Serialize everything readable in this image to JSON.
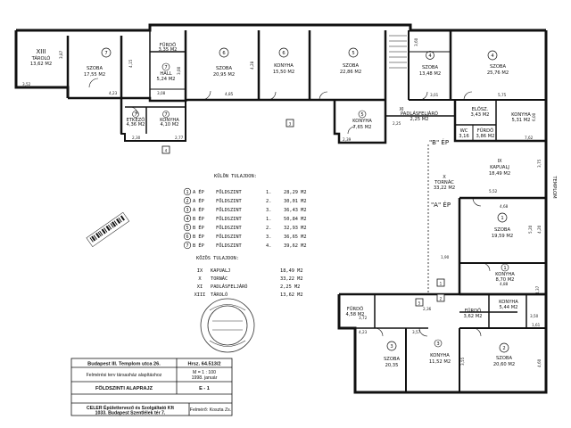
{
  "plan": {
    "street_label": "TEMPLOM",
    "rooms": [
      {
        "id": "r1",
        "num": "XIII",
        "name": "TÁROLÓ",
        "area": "13,62 M2"
      },
      {
        "id": "r2",
        "num": "7",
        "name": "SZOBA",
        "area": "17,55 M2"
      },
      {
        "id": "r3",
        "num": "7",
        "name": "FÜRDŐ",
        "area": "3,35 M2"
      },
      {
        "id": "r4",
        "num": "7",
        "name": "HALL",
        "area": "5,24 M2"
      },
      {
        "id": "r5",
        "num": "7",
        "name": "ETKEZŐ",
        "area": "4,36 M2"
      },
      {
        "id": "r6",
        "num": "7",
        "name": "KONYHA",
        "area": "4,10 M2"
      },
      {
        "id": "r7",
        "num": "6",
        "name": "SZOBA",
        "area": "20,95 M2"
      },
      {
        "id": "r8",
        "num": "6",
        "name": "KONYHA",
        "area": "15,50 M2"
      },
      {
        "id": "r9",
        "num": "5",
        "name": "SZOBA",
        "area": "22,86 M2"
      },
      {
        "id": "r10",
        "num": "5",
        "name": "KONYHA",
        "area": "7,65 M2"
      },
      {
        "id": "r11",
        "num": "XI",
        "name": "PADLÁSFELJÁRÓ",
        "area": "2,25 M2"
      },
      {
        "id": "r12",
        "num": "4",
        "name": "SZOBA",
        "area": "13,48 M2"
      },
      {
        "id": "r13",
        "num": "4",
        "name": "SZOBA",
        "area": "25,76 M2"
      },
      {
        "id": "r14",
        "num": "4",
        "name": "ELŐSZ.",
        "area": "3,43 M2"
      },
      {
        "id": "r15",
        "num": "4",
        "name": "KONYHA",
        "area": "5,31 M2"
      },
      {
        "id": "r16",
        "num": "4",
        "name": "WC",
        "area": "3,16"
      },
      {
        "id": "r17",
        "num": "4",
        "name": "FÜRDŐ",
        "area": "3,86 M2"
      },
      {
        "id": "r18",
        "num": "IX",
        "name": "KAPUALJ",
        "area": "18,49 M2"
      },
      {
        "id": "r19",
        "num": "X",
        "name": "TORNÁC",
        "area": "33,22 M2"
      },
      {
        "id": "r20",
        "num": "1",
        "name": "SZOBA",
        "area": "19,59 M2"
      },
      {
        "id": "r21",
        "num": "1",
        "name": "KONYHA",
        "area": "8,70 M2"
      },
      {
        "id": "r22",
        "num": "3",
        "name": "FÜRDŐ",
        "area": "4,58 M2"
      },
      {
        "id": "r23",
        "num": "3",
        "name": "SZOBA",
        "area": "20,35"
      },
      {
        "id": "r24",
        "num": "3",
        "name": "KONYHA",
        "area": "11,52 M2"
      },
      {
        "id": "r25",
        "num": "2",
        "name": "FÜRDŐ",
        "area": "3,62 M2"
      },
      {
        "id": "r26",
        "num": "2",
        "name": "KONYHA",
        "area": "5,44 M2"
      },
      {
        "id": "r27",
        "num": "2",
        "name": "SZOBA",
        "area": "20,60 M2"
      }
    ],
    "wing_labels": [
      "\"B\" ÉP",
      "\"A\" ÉP"
    ],
    "dims": [
      "3,52",
      "3,87",
      "4,15",
      "4,23",
      "3,08",
      "3,00",
      "2,30",
      "2,77",
      "4,85",
      "4,28",
      "3,01",
      "5,75",
      "2,25",
      "5,52",
      "1,90",
      "4,68",
      "4,88",
      "4,23",
      "2,39",
      "3,72",
      "3,57",
      "4,20",
      "5,20",
      "3,75",
      "4,60",
      "3,55",
      "2,36",
      "4,37",
      "3,50",
      "6,00",
      "1,61",
      "7,62",
      "3,60"
    ],
    "markers": [
      "1",
      "2",
      "3",
      "4",
      "5"
    ]
  },
  "legend": {
    "title1": "KÜLÖN TULAJDON:",
    "rows1": [
      {
        "num": "1",
        "wing": "A ÉP",
        "level": "FÖLDSZINT",
        "unit": "1.",
        "area": "28,29 M2"
      },
      {
        "num": "2",
        "wing": "A ÉP",
        "level": "FÖLDSZINT",
        "unit": "2.",
        "area": "30,01 M2"
      },
      {
        "num": "3",
        "wing": "A ÉP",
        "level": "FÖLDSZINT",
        "unit": "3.",
        "area": "36,43 M2"
      },
      {
        "num": "4",
        "wing": "B ÉP",
        "level": "FÖLDSZINT",
        "unit": "1.",
        "area": "50,84 M2"
      },
      {
        "num": "5",
        "wing": "B ÉP",
        "level": "FÖLDSZINT",
        "unit": "2.",
        "area": "32,93 M2"
      },
      {
        "num": "6",
        "wing": "B ÉP",
        "level": "FÖLDSZINT",
        "unit": "3.",
        "area": "36,65 M2"
      },
      {
        "num": "7",
        "wing": "B ÉP",
        "level": "FÖLDSZINT",
        "unit": "4.",
        "area": "39,62 M2"
      }
    ],
    "title2": "KÖZÖS TULAJDON:",
    "rows2": [
      {
        "num": "IX",
        "name": "KAPUALJ",
        "area": "18,49 M2"
      },
      {
        "num": "X",
        "name": "TORNÁC",
        "area": "33,22 M2"
      },
      {
        "num": "XI",
        "name": "PADLÁSFELJÁRÓ",
        "area": "2,25 M2"
      },
      {
        "num": "XIII",
        "name": "TÁROLÓ",
        "area": "13,62 M2"
      }
    ]
  },
  "title_block": {
    "address": "Budapest III. Templom utca 26.",
    "hrsz": "Hrsz. 64.513/2",
    "purpose": "Felmérési terv társasház alapításhoz",
    "scale": "M = 1 : 100",
    "date": "1998. január",
    "drawing": "FÖLDSZINTI ALAPRAJZ",
    "sheet": "E - 1",
    "company1": "CELER Épülettervező és Szolgáltató Kft",
    "company2": "1033. Budapest Szentlélek tér 7.",
    "surveyor": "Felmérő: Koszta Zs."
  },
  "colors": {
    "ink": "#111111",
    "paper": "#ffffff"
  }
}
